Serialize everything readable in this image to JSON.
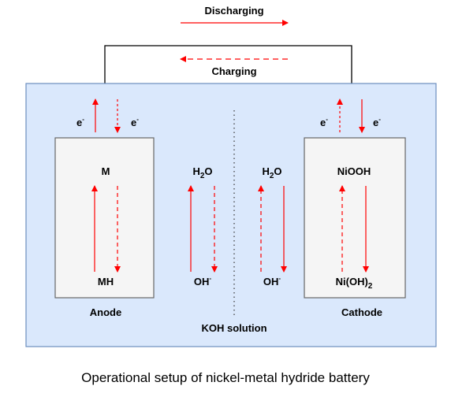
{
  "diagram": {
    "discharging_label": "Discharging",
    "charging_label": "Charging",
    "electron_label": "e",
    "electron_sup": "-",
    "anode": {
      "top": "M",
      "bottom": "MH",
      "label": "Anode"
    },
    "cathode": {
      "top": "NiOOH",
      "bottom_prefix": "Ni(OH)",
      "bottom_sub": "2",
      "label": "Cathode"
    },
    "water": {
      "prefix": "H",
      "sub": "2",
      "suffix": "O"
    },
    "hydroxide": {
      "base": "OH",
      "sup": "-"
    },
    "solution_label": "KOH solution",
    "caption": "Operational setup of nickel-metal hydride battery",
    "colors": {
      "electrolyte_fill": "#dae8fc",
      "electrolyte_border": "#6c8ebf",
      "electrode_fill": "#f5f5f5",
      "electrode_border": "#666666",
      "arrow": "#ff0000",
      "wire": "#000000"
    }
  }
}
